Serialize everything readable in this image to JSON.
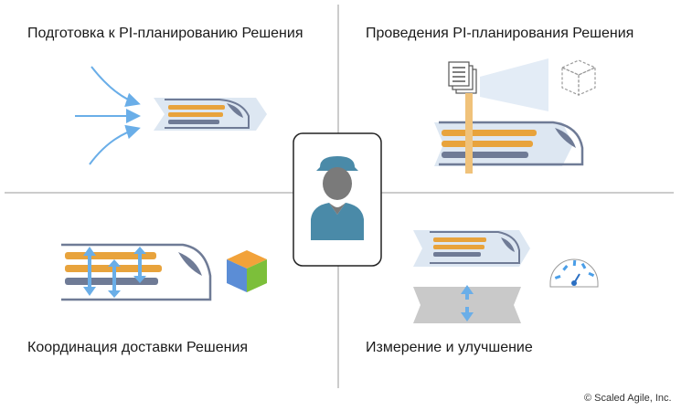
{
  "quadrants": {
    "top_left": {
      "title": "Подготовка к PI-планированию Решения"
    },
    "top_right": {
      "title": "Проведения PI-планирования Решения"
    },
    "bottom_left": {
      "title": "Координация доставки Решения"
    },
    "bottom_right": {
      "title": "Измерение и улучшение"
    }
  },
  "copyright": "© Scaled Agile, Inc.",
  "colors": {
    "divider": "#9a9a9a",
    "arrow_blue": "#6aaee8",
    "track_orange": "#e8a33c",
    "track_slate": "#6f7b96",
    "chevron_light": "#dde7f2",
    "conductor_teal": "#4a8aa8",
    "conductor_gray": "#7a7a7a",
    "cube_orange": "#f2a23a",
    "cube_green": "#7cbf3a",
    "cube_blue": "#5b8dd6"
  },
  "icons": {
    "top_left": "incoming-arrows-train-icon",
    "top_right": "documents-projector-train-icon",
    "center": "conductor-icon",
    "bottom_left": "synchronized-train-cube-icon",
    "bottom_right": "train-gauge-icon"
  }
}
